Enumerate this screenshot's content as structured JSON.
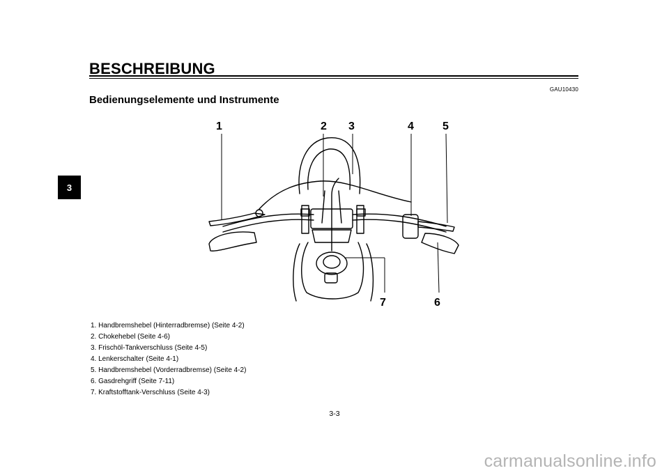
{
  "chapter_tab": "3",
  "header": {
    "title": "BESCHREIBUNG",
    "code": "GAU10430"
  },
  "section_title": "Bedienungselemente und Instrumente",
  "figure": {
    "callouts": [
      "1",
      "2",
      "3",
      "4",
      "5",
      "6",
      "7"
    ]
  },
  "legend": [
    "1. Handbremshebel (Hinterradbremse) (Seite 4-2)",
    "2. Chokehebel (Seite 4-6)",
    "3. Frischöl-Tankverschluss (Seite 4-5)",
    "4. Lenkerschalter (Seite 4-1)",
    "5. Handbremshebel (Vorderradbremse) (Seite 4-2)",
    "6. Gasdrehgriff (Seite 7-11)",
    "7. Kraftstofftank-Verschluss (Seite 4-3)"
  ],
  "page_number": "3-3",
  "watermark": "carmanualsonline.info"
}
